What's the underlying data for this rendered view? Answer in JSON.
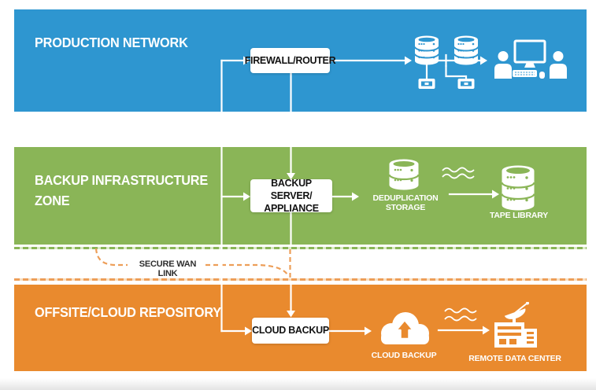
{
  "zones": {
    "production": {
      "title": "PRODUCTION NETWORK",
      "color": "#2E96D0"
    },
    "backup": {
      "title": "BACKUP INFRASTRUCTURE\nZONE",
      "color": "#8AB557"
    },
    "offsite": {
      "title": "OFFSITE/CLOUD REPOSITORY",
      "color": "#E98A2E"
    }
  },
  "nodes": {
    "firewall_router": {
      "label": "FIREWALL/ROUTER"
    },
    "backup_server": {
      "label": "BACKUP SERVER/\nAPPLIANCE"
    },
    "cloud_backup_gateway": {
      "label": "CLOUD BACKUP"
    },
    "deduplication_storage": {
      "label": "DEDUPLICATION\nSTORAGE"
    },
    "tape_library": {
      "label": "TAPE LIBRARY"
    },
    "cloud_backup_service": {
      "label": "CLOUD BACKUP"
    },
    "remote_data_center": {
      "label": "REMOTE DATA CENTER"
    }
  },
  "links": {
    "secure_wan": {
      "label": "SECURE WAN LINK"
    }
  },
  "icons": {
    "database-icon": "white cylinder stack (production servers)",
    "network-node-icon": "small connector box under database",
    "workstation-users-icon": "monitor, keyboard, mouse with two users",
    "deduplication-storage-icon": "two-tier cylinder stack",
    "tape-library-icon": "three-tier cylinder stack",
    "wave-icon": "double squiggle transfer waves",
    "cloud-upload-icon": "cloud with up arrow",
    "data-center-icon": "building with satellite dish"
  },
  "colors": {
    "production_blue": "#2E96D0",
    "backup_green": "#8AB557",
    "offsite_orange": "#E98A2E",
    "zone_dash_green": "#8AB557",
    "zone_dash_green_pale": "#DCEAC8",
    "wan_dash_orange": "#ED9E58",
    "wan_dash_orange_pale": "#F8DFC2",
    "line_white": "#FFFFFF",
    "label_dark": "#2E2E2E"
  }
}
